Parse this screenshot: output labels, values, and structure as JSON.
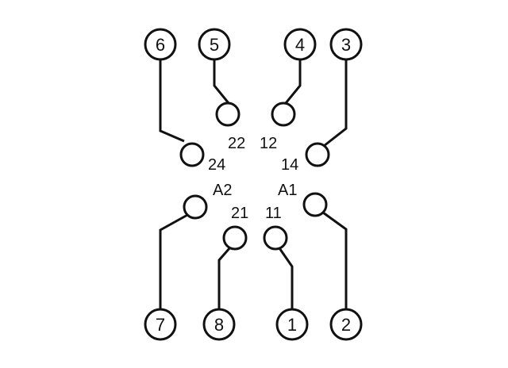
{
  "terminals": [
    {
      "id": "t6",
      "number": "6"
    },
    {
      "id": "t5",
      "number": "5"
    },
    {
      "id": "t4",
      "number": "4"
    },
    {
      "id": "t3",
      "number": "3"
    },
    {
      "id": "t7",
      "number": "7"
    },
    {
      "id": "t8",
      "number": "8"
    },
    {
      "id": "t1",
      "number": "1"
    },
    {
      "id": "t2",
      "number": "2"
    }
  ],
  "contacts": [
    {
      "id": "c22",
      "label": "22",
      "terminal": "5"
    },
    {
      "id": "c12",
      "label": "12",
      "terminal": "4"
    },
    {
      "id": "c24",
      "label": "24",
      "terminal": "6"
    },
    {
      "id": "c14",
      "label": "14",
      "terminal": "3"
    },
    {
      "id": "cA2",
      "label": "A2",
      "terminal": "7"
    },
    {
      "id": "cA1",
      "label": "A1",
      "terminal": "2"
    },
    {
      "id": "c21",
      "label": "21",
      "terminal": "8"
    },
    {
      "id": "c11",
      "label": "11",
      "terminal": "1"
    }
  ],
  "colors": {
    "line": "#111111",
    "background": "#ffffff"
  }
}
